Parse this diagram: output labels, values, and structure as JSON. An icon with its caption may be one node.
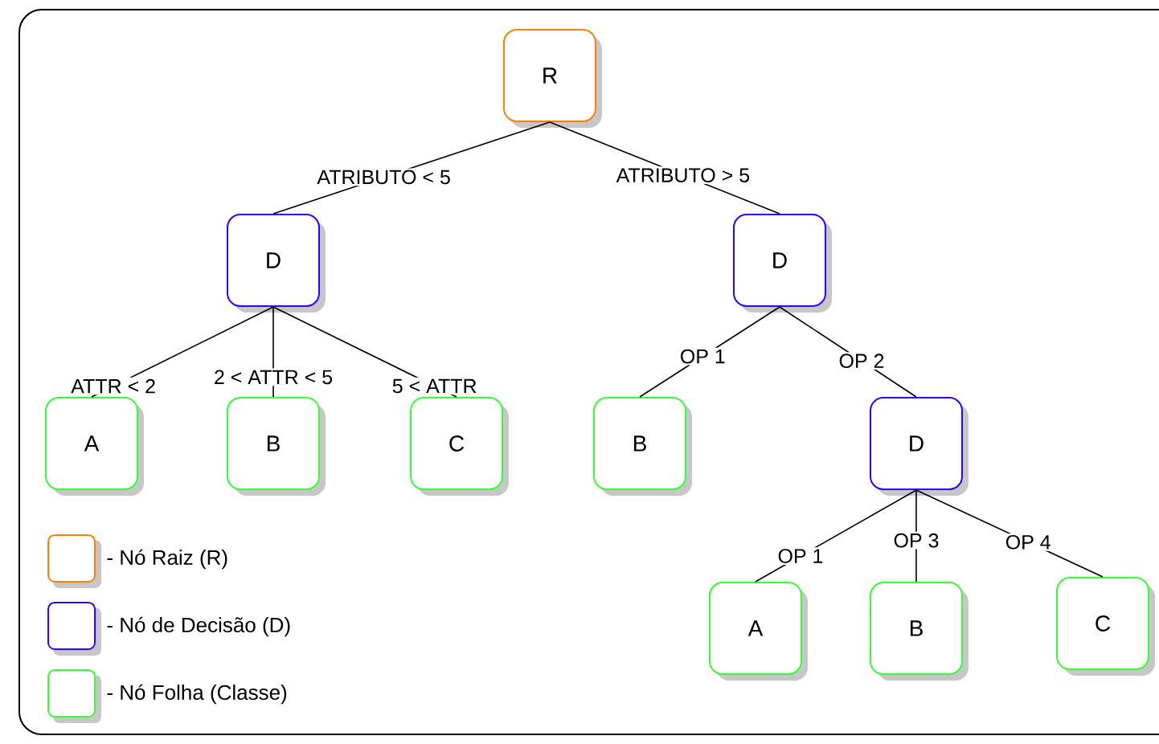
{
  "diagram": {
    "nodes": [
      {
        "text": [
          "R"
        ]
      },
      {
        "text": [
          "D"
        ]
      },
      {
        "text": [
          "D"
        ]
      },
      {
        "text": [
          "A"
        ]
      },
      {
        "text": [
          "B"
        ]
      },
      {
        "text": [
          "C"
        ]
      },
      {
        "text": [
          "B"
        ]
      },
      {
        "text": [
          "D"
        ]
      },
      {
        "text": [
          "A"
        ]
      },
      {
        "text": [
          "B"
        ]
      },
      {
        "text": [
          "C"
        ]
      }
    ],
    "edges": [
      {
        "from": 0,
        "to": 1,
        "arrow": "none",
        "label": "ATRIBUTO < 5"
      },
      {
        "from": 0,
        "to": 2,
        "arrow": "none",
        "label": "ATRIBUTO > 5"
      },
      {
        "from": 1,
        "to": 3,
        "arrow": "none",
        "label": "ATTR < 2"
      },
      {
        "from": 1,
        "to": 4,
        "arrow": "none",
        "label": "2 < ATTR < 5"
      },
      {
        "from": 1,
        "to": 5,
        "arrow": "none",
        "label": "5 < ATTR"
      },
      {
        "from": 2,
        "to": 6,
        "arrow": "none",
        "label": "OP 1"
      },
      {
        "from": 2,
        "to": 7,
        "arrow": "none",
        "label": "OP 2"
      },
      {
        "from": 7,
        "to": 8,
        "arrow": "none",
        "label": "OP 1"
      },
      {
        "from": 7,
        "to": 9,
        "arrow": "none",
        "label": "OP 3"
      },
      {
        "from": 7,
        "to": 10,
        "arrow": "none",
        "label": "OP 4"
      }
    ],
    "legend": [
      {
        "text": "- Nó Raiz (R)",
        "color": "#ff8000"
      },
      {
        "text": "- Nó de Decisão (D)",
        "color": "#3300ff"
      },
      {
        "text": "- Nó Folha (Classe)",
        "color": "#33ff33"
      }
    ]
  }
}
